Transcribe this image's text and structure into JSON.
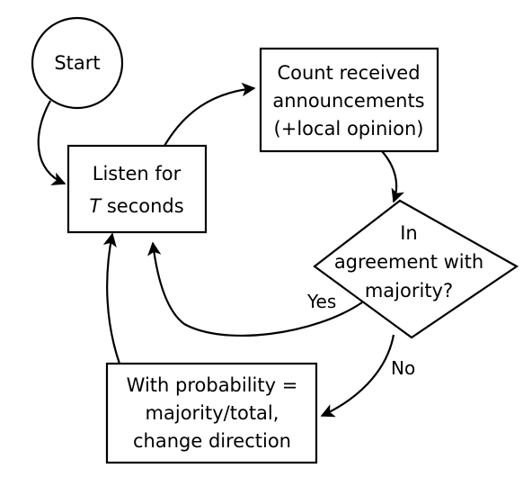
{
  "nodes": {
    "start": {
      "lines": [
        "Start"
      ]
    },
    "listen": {
      "line1": "Listen for",
      "line2_italic": "T",
      "line2_rest": " seconds"
    },
    "count": {
      "lines": [
        "Count received",
        "announcements",
        "(+local opinion)"
      ]
    },
    "decision": {
      "lines": [
        "In",
        "agreement with",
        "majority?"
      ]
    },
    "change": {
      "lines": [
        "With probability =",
        "majority/total,",
        "change direction"
      ]
    }
  },
  "edges": {
    "yes_label": "Yes",
    "no_label": "No"
  },
  "colors": {
    "stroke": "#000000",
    "fill": "#ffffff",
    "text": "#000000"
  }
}
